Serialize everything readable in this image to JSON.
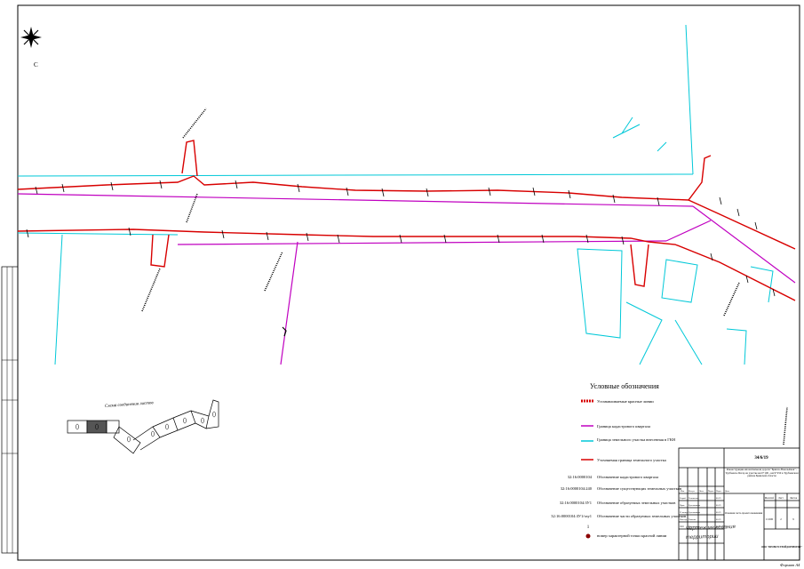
{
  "legend": {
    "title": "Условные обозначения",
    "items": [
      {
        "label": "Устанавливаемые красные линии",
        "color": "#d80000"
      },
      {
        "label": "Граница кадастрового квартала",
        "color": "#c000c0"
      },
      {
        "label": "Граница земельного участка внесенная в ГКН",
        "color": "#00c8d8"
      },
      {
        "label": "Уточняемая граница земельного участка",
        "color": "#d80000"
      }
    ],
    "codes": [
      {
        "code": "32:16:0000104",
        "label": "Обозначение кадастрового квартала"
      },
      {
        "code": "32:16:0000104:240",
        "label": "Обозначение существующих земельных участков"
      },
      {
        "code": "32:16:0000104:ЗУ1",
        "label": "Обозначение образуемых земельных участков"
      },
      {
        "code": "32:16:0000104:ЗУ1/чзу1",
        "label": "Обозначение части образуемых земельных участков"
      },
      {
        "code": "1",
        "label": "номер характерной точки красной линии"
      }
    ]
  },
  "scheme_title": "Схема соединения листов",
  "north_label": "С",
  "handwritten_note": [
    "Чертеж межевания",
    "территории"
  ],
  "format_label": "Формат А4",
  "title_block": {
    "code": "34/6/19",
    "project_title": "Реконструкция автомобильной дороги \"Брянск-Новозыбков\" - Трубчевск-Погар на участке км 0+100 - км 9+250 в Трубчевском районе Брянской области",
    "header": [
      "Изм.",
      "Кол.уч",
      "Лист",
      "№док.",
      "Подп.",
      "Дата"
    ],
    "rows": [
      {
        "role": "Разраб.",
        "name": "Головченко",
        "date": "06.19"
      },
      {
        "role": "Пров.",
        "name": "Ручечникова",
        "date": "06.19"
      },
      {
        "role": "Н. контр.",
        "name": "Ручечникова",
        "date": "06.19"
      },
      {
        "role": "Нач.отд.",
        "name": "Ткачева",
        "date": "06.19"
      },
      {
        "role": "ГИП",
        "name": "Ковалевская",
        "date": "06.19"
      }
    ],
    "sheet_headers": [
      "Масштаб",
      "Лист",
      "Листов"
    ],
    "sheet_values": [
      "1:1000",
      "2",
      "9"
    ],
    "drawing_name": "Основная часть проекта межевания",
    "org": "ООО \"ПРОЕКТСТРОЙДОРПРОЕКТ\""
  },
  "colors": {
    "red": "#d80000",
    "magenta": "#c000c0",
    "cyan": "#00c8d8",
    "black": "#000000"
  }
}
